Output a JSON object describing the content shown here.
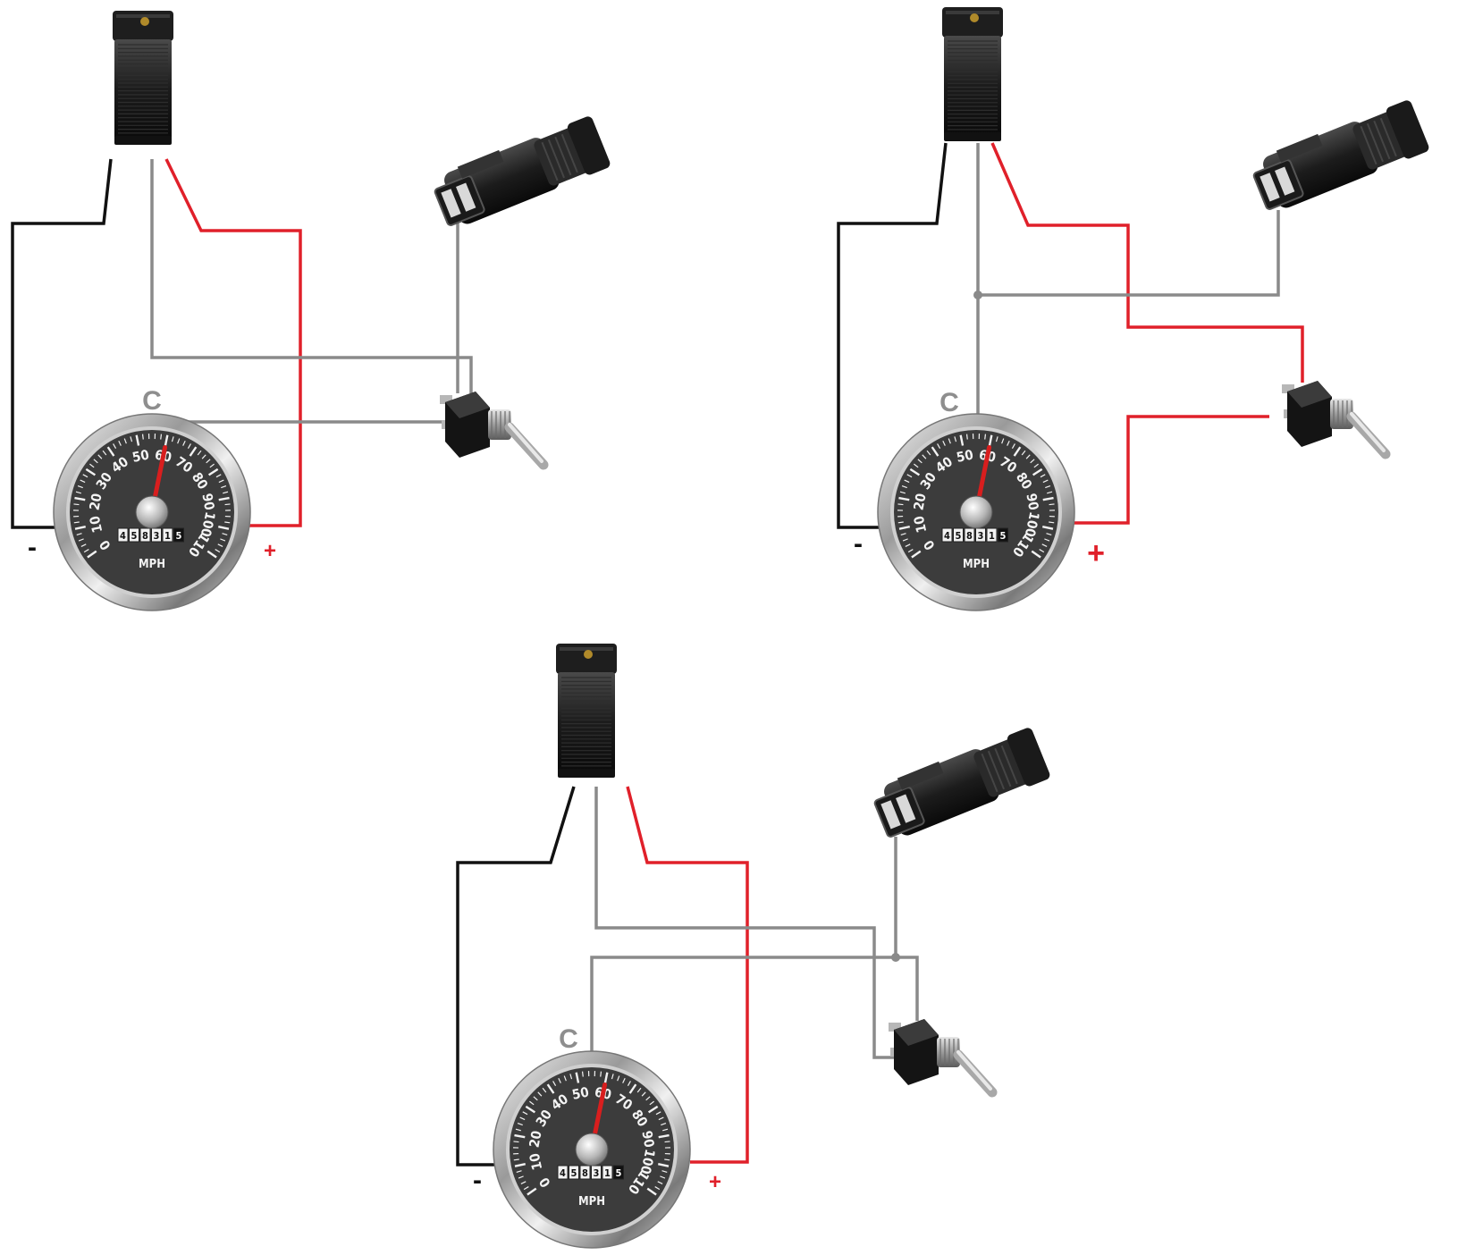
{
  "colors": {
    "wire_black": "#111111",
    "wire_red": "#e0202a",
    "wire_gray": "#8a8a8a",
    "gauge_face": "#3c3c3c",
    "needle": "#d81e1e"
  },
  "gauge": {
    "scale_labels": [
      "0",
      "10",
      "20",
      "30",
      "40",
      "50",
      "60",
      "70",
      "80",
      "90",
      "100",
      "110"
    ],
    "unit": "MPH",
    "odometer": [
      "4",
      "5",
      "8",
      "3",
      "1",
      "5"
    ],
    "needle_value": 60
  },
  "labels": {
    "signal_terminal": "C",
    "negative": "-",
    "positive": "+"
  },
  "components": {
    "sender_icon": "speed-sender-module-icon",
    "connector_icon": "vss-connector-icon",
    "switch_icon": "toggle-switch-icon",
    "gauge_icon": "speedometer-icon"
  }
}
